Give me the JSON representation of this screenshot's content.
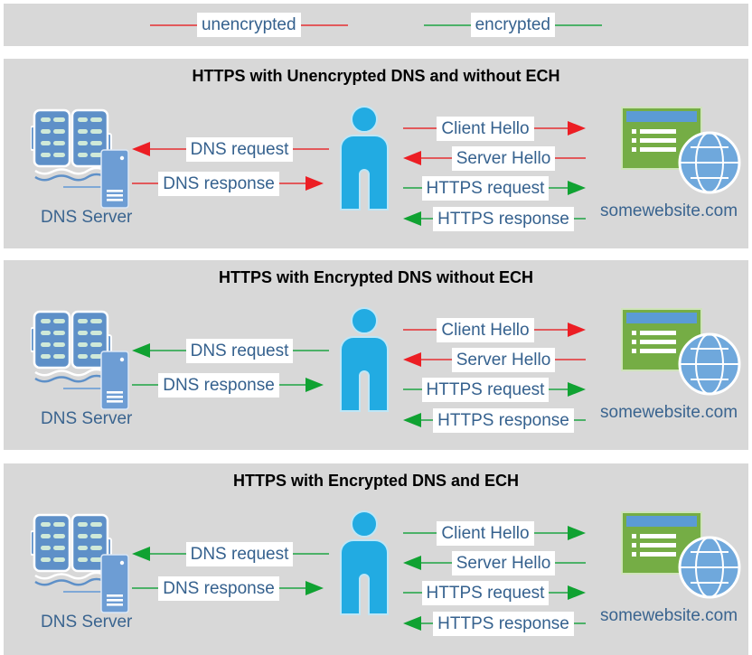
{
  "colors": {
    "panel_bg": "#d8d8d8",
    "red_line": "#e2595b",
    "red_head": "#ec1e24",
    "green_line": "#4cb168",
    "green_head": "#10a232",
    "label_text": "#35618e",
    "caption_text": "#3a648f"
  },
  "legend": {
    "items": [
      {
        "label": "unencrypted",
        "line": "#e2595b"
      },
      {
        "label": "encrypted",
        "line": "#4cb168"
      }
    ]
  },
  "panels": [
    {
      "title": "HTTPS with Unencrypted DNS and without ECH",
      "dns_server_caption": "DNS Server",
      "website_caption": "somewebsite.com",
      "arrows": {
        "dns_request": {
          "label": "DNS request",
          "direction": "left",
          "line": "#e2595b",
          "head": "#ec1e24"
        },
        "dns_response": {
          "label": "DNS response",
          "direction": "right",
          "line": "#e2595b",
          "head": "#ec1e24"
        },
        "client_hello": {
          "label": "Client Hello",
          "direction": "right",
          "line": "#e2595b",
          "head": "#ec1e24"
        },
        "server_hello": {
          "label": "Server Hello",
          "direction": "left",
          "line": "#e2595b",
          "head": "#ec1e24"
        },
        "https_request": {
          "label": "HTTPS request",
          "direction": "right",
          "line": "#4cb168",
          "head": "#10a232"
        },
        "https_response": {
          "label": "HTTPS response",
          "direction": "left",
          "line": "#4cb168",
          "head": "#10a232"
        }
      }
    },
    {
      "title": "HTTPS with Encrypted DNS without ECH",
      "dns_server_caption": "DNS Server",
      "website_caption": "somewebsite.com",
      "arrows": {
        "dns_request": {
          "label": "DNS request",
          "direction": "left",
          "line": "#4cb168",
          "head": "#10a232"
        },
        "dns_response": {
          "label": "DNS response",
          "direction": "right",
          "line": "#4cb168",
          "head": "#10a232"
        },
        "client_hello": {
          "label": "Client Hello",
          "direction": "right",
          "line": "#e2595b",
          "head": "#ec1e24"
        },
        "server_hello": {
          "label": "Server Hello",
          "direction": "left",
          "line": "#e2595b",
          "head": "#ec1e24"
        },
        "https_request": {
          "label": "HTTPS request",
          "direction": "right",
          "line": "#4cb168",
          "head": "#10a232"
        },
        "https_response": {
          "label": "HTTPS response",
          "direction": "left",
          "line": "#4cb168",
          "head": "#10a232"
        }
      }
    },
    {
      "title": "HTTPS with Encrypted DNS and ECH",
      "dns_server_caption": "DNS Server",
      "website_caption": "somewebsite.com",
      "arrows": {
        "dns_request": {
          "label": "DNS request",
          "direction": "left",
          "line": "#4cb168",
          "head": "#10a232"
        },
        "dns_response": {
          "label": "DNS response",
          "direction": "right",
          "line": "#4cb168",
          "head": "#10a232"
        },
        "client_hello": {
          "label": "Client Hello",
          "direction": "right",
          "line": "#4cb168",
          "head": "#10a232"
        },
        "server_hello": {
          "label": "Server Hello",
          "direction": "left",
          "line": "#4cb168",
          "head": "#10a232"
        },
        "https_request": {
          "label": "HTTPS request",
          "direction": "right",
          "line": "#4cb168",
          "head": "#10a232"
        },
        "https_response": {
          "label": "HTTPS response",
          "direction": "left",
          "line": "#4cb168",
          "head": "#10a232"
        }
      }
    }
  ]
}
